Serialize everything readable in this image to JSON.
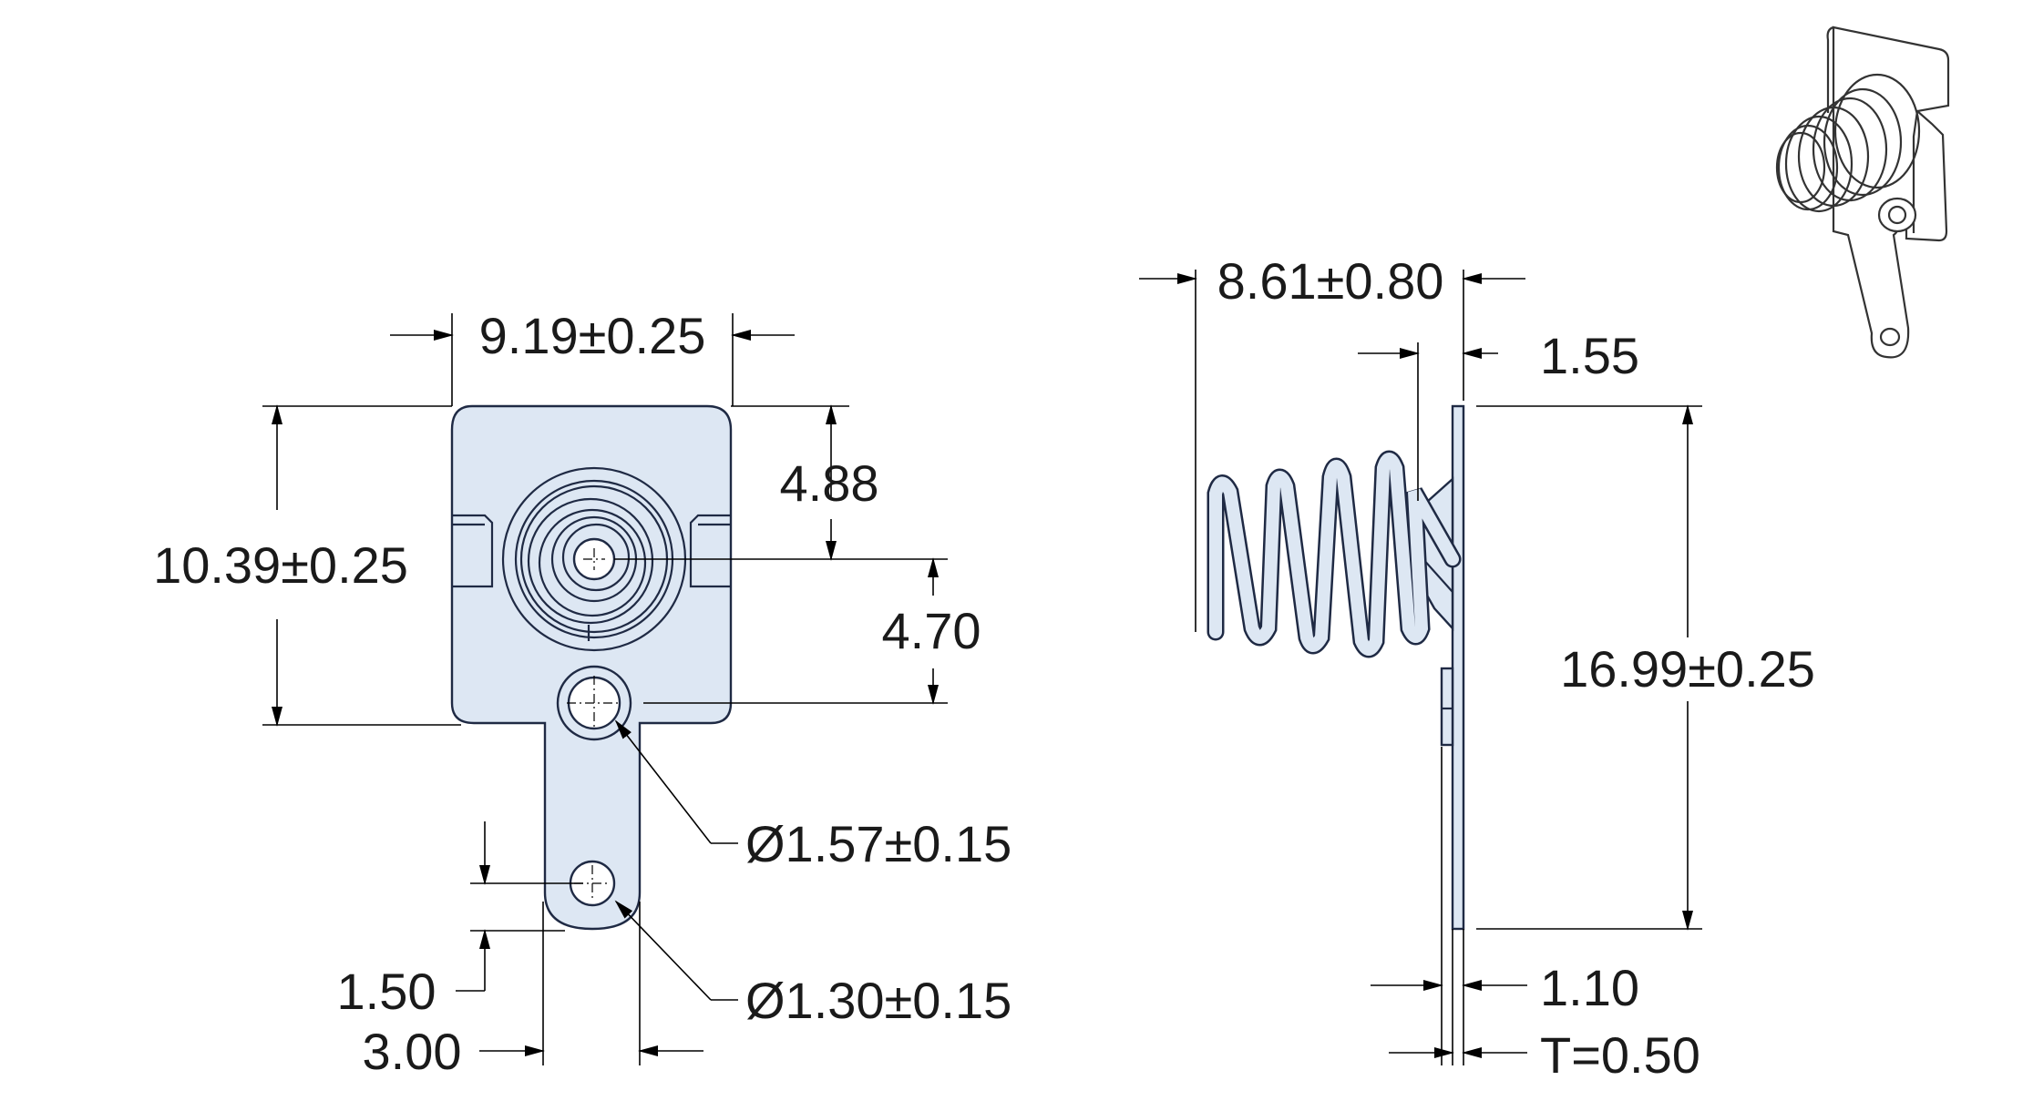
{
  "colors": {
    "part_fill": "#dde7f3",
    "part_outline": "#1f2a44",
    "dimension_lines": "#000000",
    "text": "#1a1a1a"
  },
  "front_view": {
    "width_label": "9.19±0.25",
    "height_label": "10.39±0.25",
    "upper_offset_label": "4.88",
    "lower_offset_label": "4.70",
    "large_hole_label": "Ø1.57±0.15",
    "small_hole_label": "Ø1.30±0.15",
    "tab_hole_offset_label": "1.50",
    "tab_width_label": "3.00"
  },
  "side_view": {
    "spring_length_label": "8.61±0.80",
    "cone_offset_label": "1.55",
    "overall_height_label": "16.99±0.25",
    "step_label": "1.10",
    "thickness_label": "T=0.50"
  },
  "iso_view": {
    "icon": "battery-spring-contact-isometric"
  }
}
